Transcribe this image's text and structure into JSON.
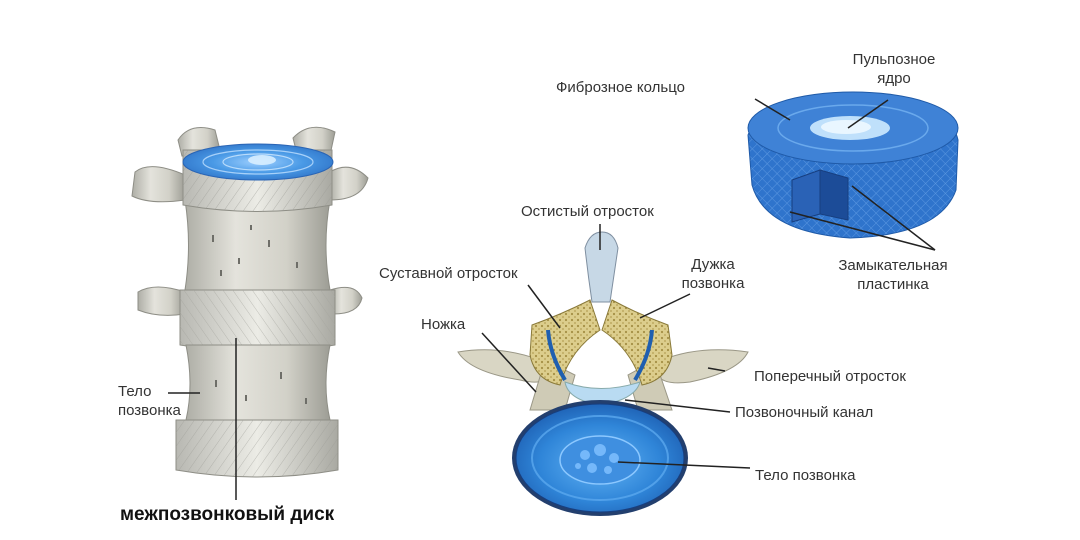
{
  "header": {
    "title_cropped": ""
  },
  "labels": {
    "fibrous_ring": "Фиброзное кольцо",
    "nucleus_line1": "Пульпозное",
    "nucleus_line2": "ядро",
    "endplate_line1": "Замыкательная",
    "endplate_line2": "пластинка",
    "spinous": "Остистый отросток",
    "articular": "Суставной отросток",
    "arch_line1": "Дужка",
    "arch_line2": "позвонка",
    "pedicle": "Ножка",
    "transverse": "Поперечный отросток",
    "canal": "Позвоночный канал",
    "body_right": "Тело позвонка",
    "body_left_line1": "Тело",
    "body_left_line2": "позвонка",
    "disc": "межпозвонковый диск"
  },
  "colors": {
    "disc_blue": "#3a86d8",
    "disc_dark": "#1f5fb0",
    "bone_gray": "#d6d6d0",
    "bone_dark": "#9c9c94",
    "spongy": "#d8c98a",
    "canal_blue": "#b9dbf2",
    "leader": "#222222"
  }
}
